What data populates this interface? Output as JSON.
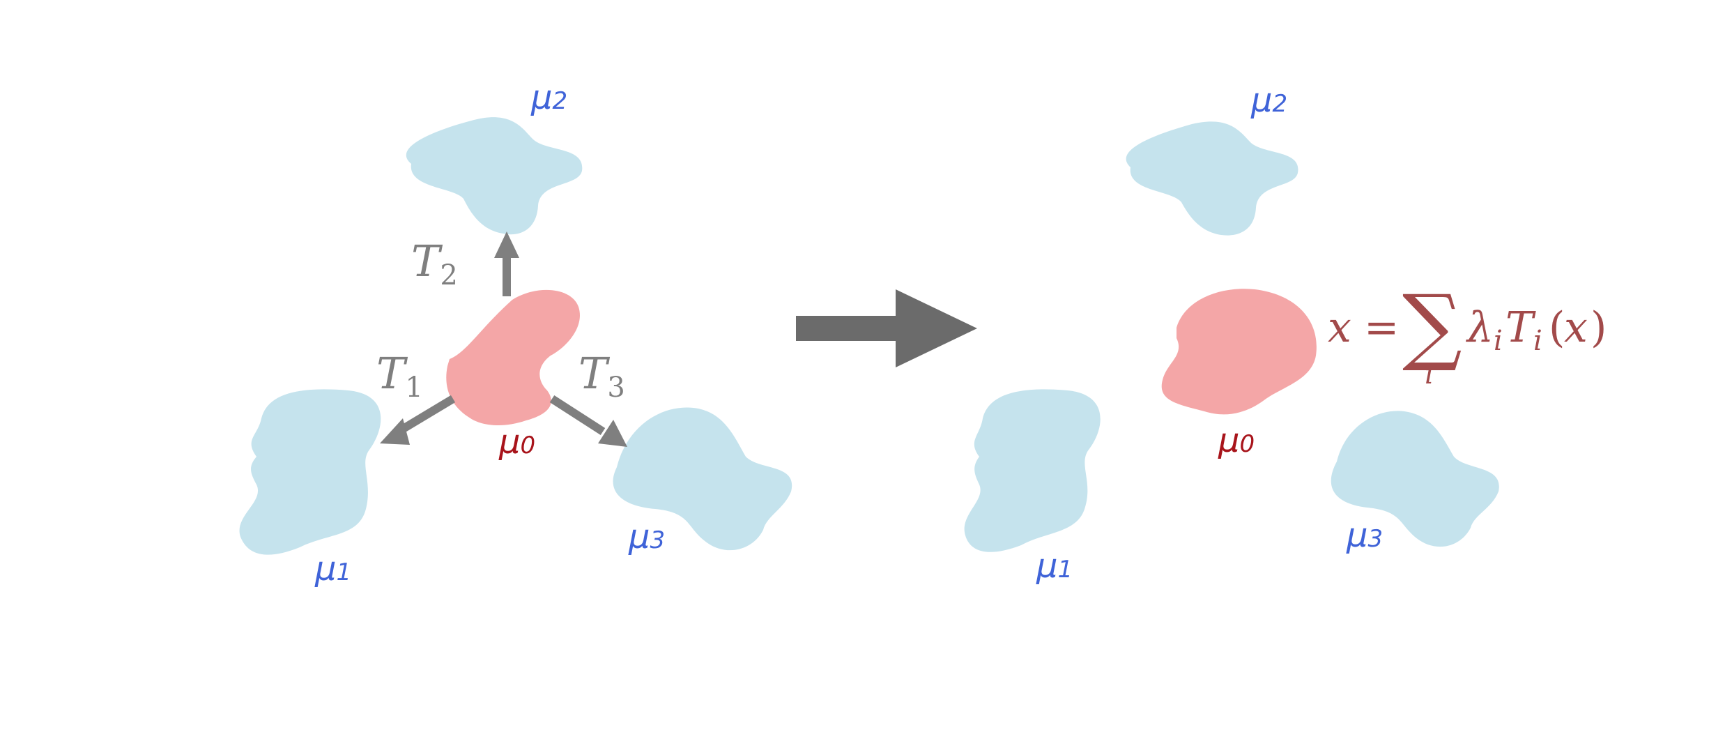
{
  "colors": {
    "blob_blue": "#c5e3ed",
    "blob_pink": "#f4a6a7",
    "label_blue": "#3f63d8",
    "label_red": "#a8141b",
    "arrow_gray": "#7f7f7f",
    "big_arrow": "#6b6b6b",
    "formula": "#a24a4a"
  },
  "left": {
    "mu0": {
      "base": "μ",
      "sub": "0"
    },
    "mu1": {
      "base": "μ",
      "sub": "1"
    },
    "mu2": {
      "base": "μ",
      "sub": "2"
    },
    "mu3": {
      "base": "μ",
      "sub": "3"
    },
    "t1": {
      "base": "T",
      "sub": "1"
    },
    "t2": {
      "base": "T",
      "sub": "2"
    },
    "t3": {
      "base": "T",
      "sub": "3"
    }
  },
  "right": {
    "mu0": {
      "base": "μ",
      "sub": "0"
    },
    "mu1": {
      "base": "μ",
      "sub": "1"
    },
    "mu2": {
      "base": "μ",
      "sub": "2"
    },
    "mu3": {
      "base": "μ",
      "sub": "3"
    }
  },
  "formula": {
    "lhs": "x",
    "equals": "=",
    "sigma": "∑",
    "sum_index": "i",
    "lambda": "λ",
    "lambda_sub": "i",
    "t": "T",
    "t_sub": "i",
    "open_paren": "(",
    "arg": "x",
    "close_paren": ")"
  }
}
